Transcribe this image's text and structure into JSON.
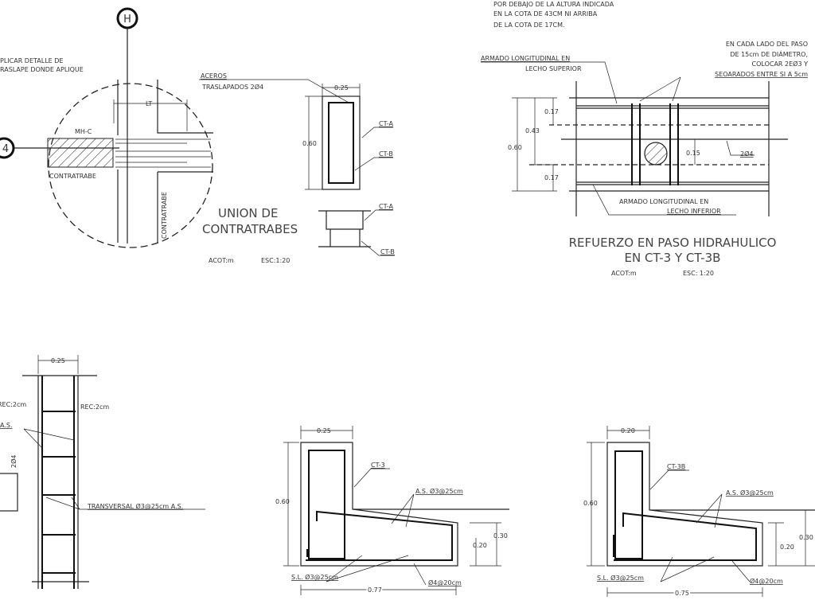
{
  "detail_union": {
    "axis_h": "H",
    "axis_4": "4",
    "note_line1": "PLICAR DETALLE DE",
    "note_line2": "RASLAPE DONDE APLIQUE",
    "lt": "LT",
    "mhc": "MH-C",
    "contratrabe_h": "CONTRATRABE",
    "contratrabe_v": "CONTRATRABE",
    "aceros_line1": "ACEROS",
    "aceros_line2": "TRASLAPADOS 2Ø4",
    "dim_width": "0.25",
    "dim_height": "0.60",
    "ct_a": "CT-A",
    "ct_b": "CT-B",
    "ct_a2": "CT-A",
    "ct_b2": "CT-B",
    "title_line1": "UNION DE",
    "title_line2": "CONTRATRABES",
    "acot": "ACOT:m",
    "esc": "ESC:1:20"
  },
  "detail_paso": {
    "note_line1": "POR DEBAJO DE LA ALTURA INDICADA",
    "note_line2": "EN LA COTA DE 43CM NI ARRIBA",
    "note_line3": "DE LA COTA DE 17CM.",
    "side_line1": "EN CADA LADO DEL PASO",
    "side_line2": "DE 15cm DE DIÁMETRO,",
    "side_line3": "COLOCAR 2EØ3 Y",
    "side_line4": "SEOARADOS ENTRE SI A 5cm",
    "top_line1": "ARMADO LONGITUDINAL EN",
    "top_line2": "LECHO SUPERIOR",
    "bot_line1": "ARMADO LONGITUDINAL EN",
    "bot_line2": "LECHO INFERIOR",
    "dim_017_top": "0.17",
    "dim_043": "0.43",
    "dim_060": "0.60",
    "dim_017_bot": "0.17",
    "dim_015": "0.15",
    "bars": "2Ø4",
    "title_line1": "REFUERZO EN PASO HIDRAHULICO",
    "title_line2": "EN CT-3 Y CT-3B",
    "acot": "ACOT:m",
    "esc": "ESC: 1:20"
  },
  "detail_column": {
    "dim_width": "0.25",
    "rec_left": "REC:2cm",
    "rec_right": "REC:2cm",
    "as_label": "A.S.",
    "bars": "2Ø4",
    "transversal": "TRANSVERSAL Ø3@25cm A.S."
  },
  "section_ct3": {
    "dim_width": "0.25",
    "dim_height": "0.60",
    "label": "CT-3",
    "as": "A.S. Ø3@25cm",
    "dim_030": "0.30",
    "dim_020": "0.20",
    "sl": "S.L. Ø3@25cm",
    "bottom_bar": "Ø4@20cm",
    "dim_length": "0.77"
  },
  "section_ct3b": {
    "dim_width": "0.20",
    "dim_height": "0.60",
    "label": "CT-3B",
    "as": "A.S. Ø3@25cm",
    "dim_030": "0.30",
    "dim_020": "0.20",
    "sl": "S.L. Ø3@25cm",
    "bottom_bar": "Ø4@20cm",
    "dim_length": "0.75"
  }
}
